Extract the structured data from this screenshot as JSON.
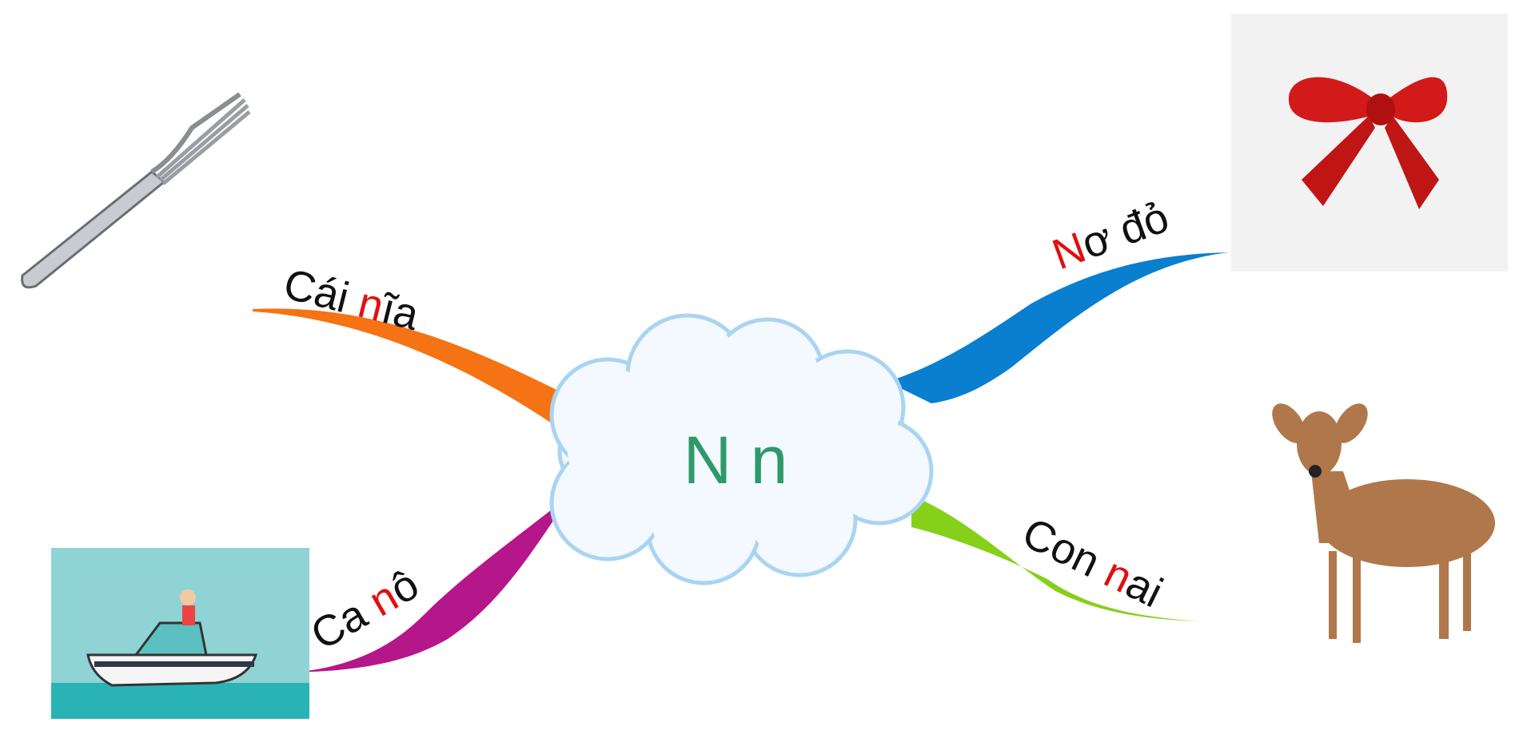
{
  "center": {
    "text": "N n",
    "color": "#2e9a6a"
  },
  "branches": [
    {
      "id": "fork",
      "prefix": "Cái ",
      "highlight": "n",
      "suffix": "ĩa",
      "color": "#f57314",
      "image": "fork"
    },
    {
      "id": "bow",
      "prefix": "",
      "highlight": "N",
      "suffix": "ơ đỏ",
      "color": "#0a7fcf",
      "image": "red-bow"
    },
    {
      "id": "deer",
      "prefix": "Con ",
      "highlight": "n",
      "suffix": "ai",
      "color": "#86d019",
      "image": "deer"
    },
    {
      "id": "boat",
      "prefix": "Ca ",
      "highlight": "n",
      "suffix": "ô",
      "color": "#b5168a",
      "image": "motorboat"
    }
  ],
  "highlight_color": "#e01010"
}
